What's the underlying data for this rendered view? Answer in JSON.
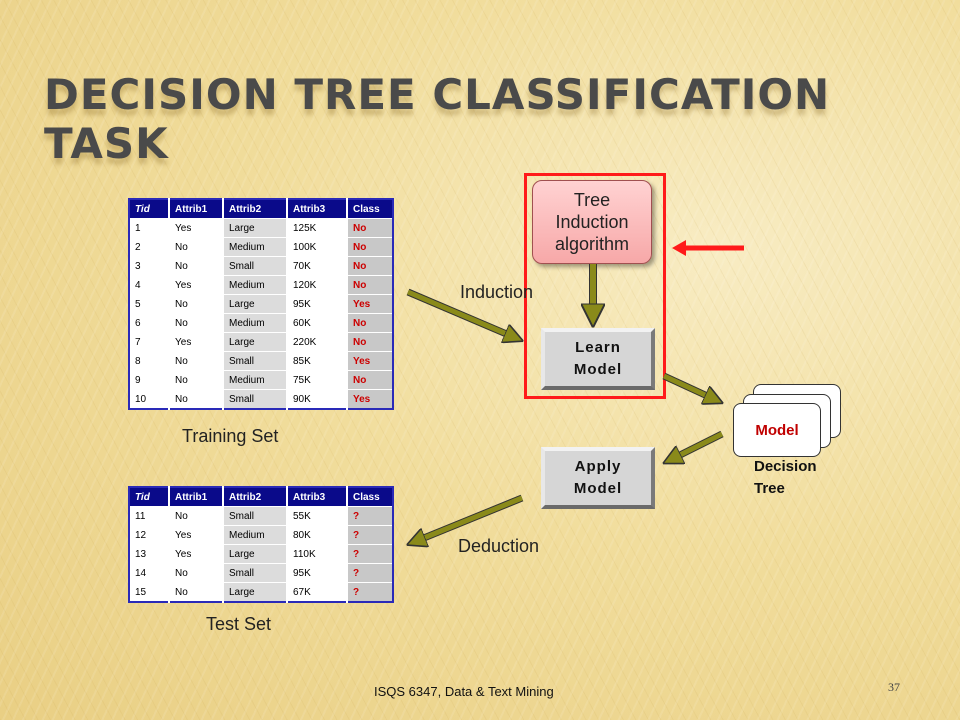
{
  "title": "Decision Tree Classification Task",
  "training_table": {
    "headers": [
      "Tid",
      "Attrib1",
      "Attrib2",
      "Attrib3",
      "Class"
    ],
    "rows": [
      [
        "1",
        "Yes",
        "Large",
        "125K",
        "No"
      ],
      [
        "2",
        "No",
        "Medium",
        "100K",
        "No"
      ],
      [
        "3",
        "No",
        "Small",
        "70K",
        "No"
      ],
      [
        "4",
        "Yes",
        "Medium",
        "120K",
        "No"
      ],
      [
        "5",
        "No",
        "Large",
        "95K",
        "Yes"
      ],
      [
        "6",
        "No",
        "Medium",
        "60K",
        "No"
      ],
      [
        "7",
        "Yes",
        "Large",
        "220K",
        "No"
      ],
      [
        "8",
        "No",
        "Small",
        "85K",
        "Yes"
      ],
      [
        "9",
        "No",
        "Medium",
        "75K",
        "No"
      ],
      [
        "10",
        "No",
        "Small",
        "90K",
        "Yes"
      ]
    ],
    "caption": "Training Set"
  },
  "test_table": {
    "headers": [
      "Tid",
      "Attrib1",
      "Attrib2",
      "Attrib3",
      "Class"
    ],
    "rows": [
      [
        "11",
        "No",
        "Small",
        "55K",
        "?"
      ],
      [
        "12",
        "Yes",
        "Medium",
        "80K",
        "?"
      ],
      [
        "13",
        "Yes",
        "Large",
        "110K",
        "?"
      ],
      [
        "14",
        "No",
        "Small",
        "95K",
        "?"
      ],
      [
        "15",
        "No",
        "Large",
        "67K",
        "?"
      ]
    ],
    "caption": "Test Set"
  },
  "tree_induction": "Tree Induction algorithm",
  "learn_model": "Learn Model",
  "apply_model": "Apply Model",
  "model_card": "Model",
  "decision_tree_label": "Decision Tree",
  "induction_label": "Induction",
  "deduction_label": "Deduction",
  "footer": "ISQS 6347, Data & Text Mining",
  "page_number": "37",
  "colors": {
    "table_header": "#0a0a8a",
    "class_text": "#cc0000",
    "arrow": "#8a8a1a",
    "highlight": "#ff1a1a"
  }
}
